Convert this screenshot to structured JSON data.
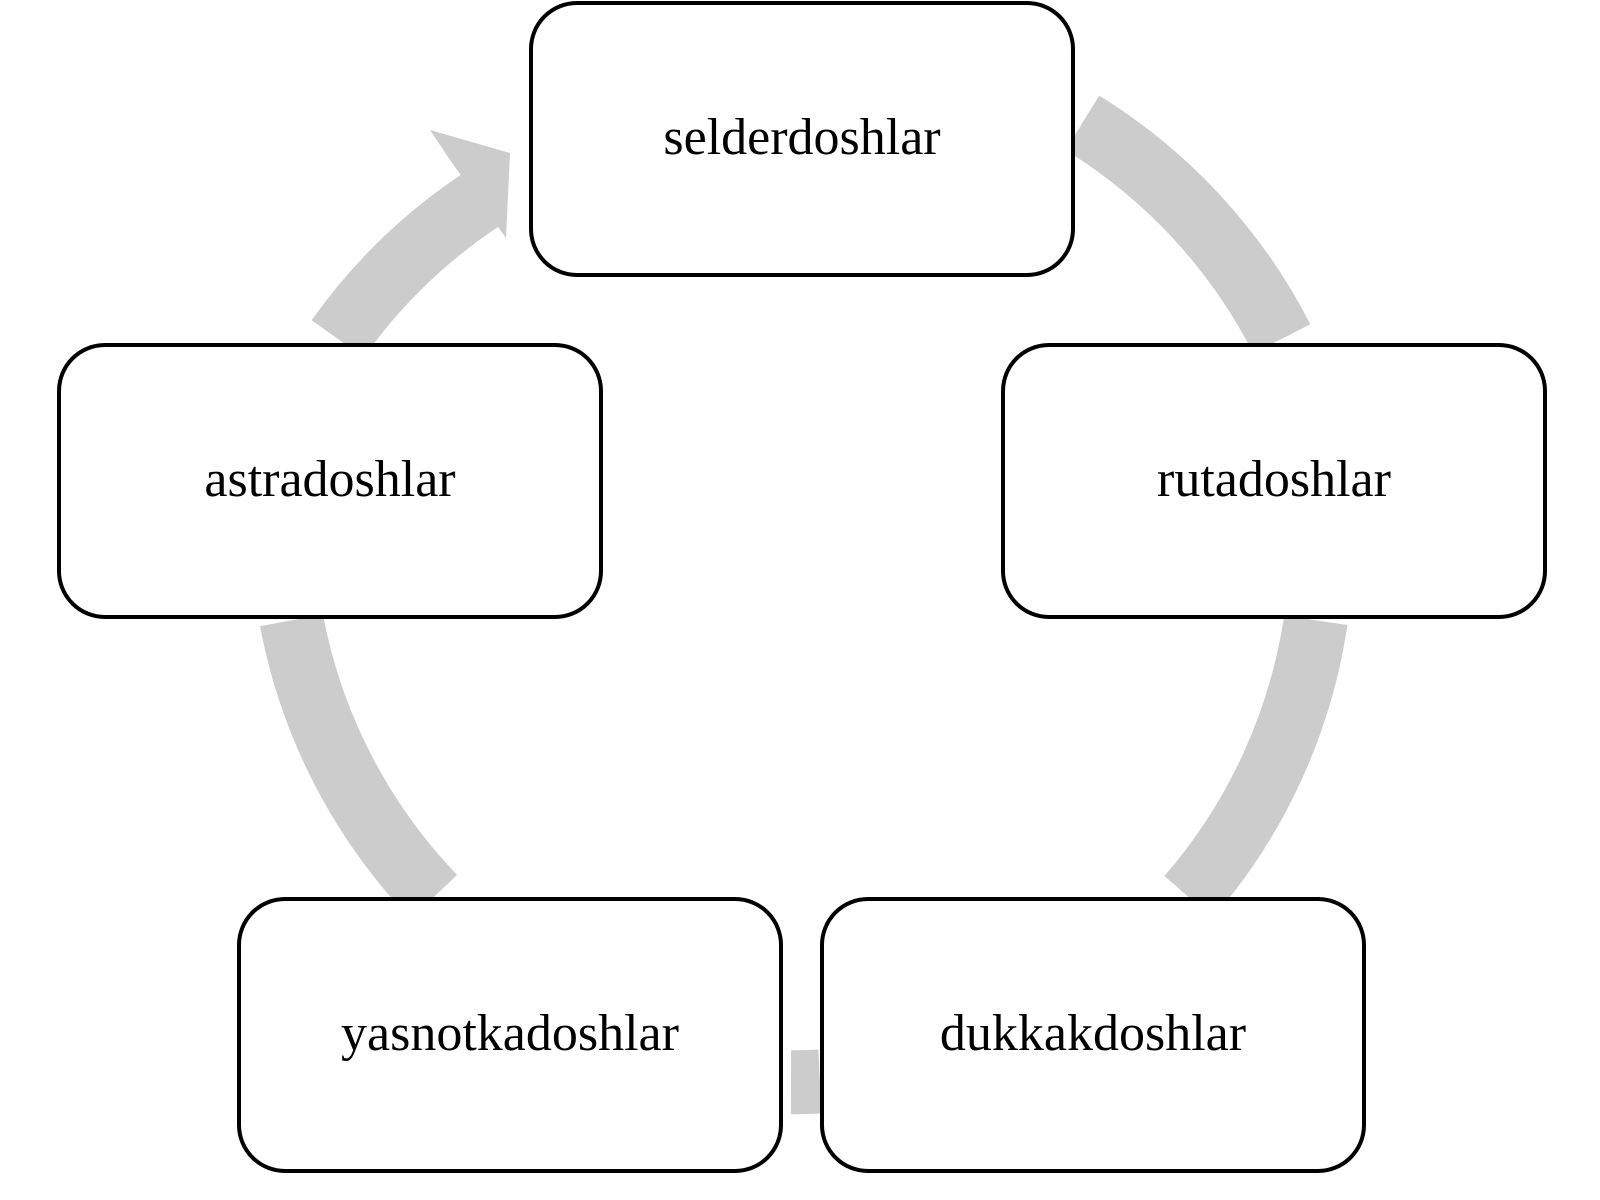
{
  "diagram": {
    "type": "cycle",
    "direction": "clockwise",
    "nodes": [
      {
        "label": "selderdoshlar"
      },
      {
        "label": "rutadoshlar"
      },
      {
        "label": "dukkakdoshlar"
      },
      {
        "label": "yasnotkadoshlar"
      },
      {
        "label": "astradoshlar"
      }
    ]
  },
  "colors": {
    "ring": "#cccccc",
    "node_border": "#000000",
    "node_fill": "#ffffff",
    "text": "#000000"
  }
}
